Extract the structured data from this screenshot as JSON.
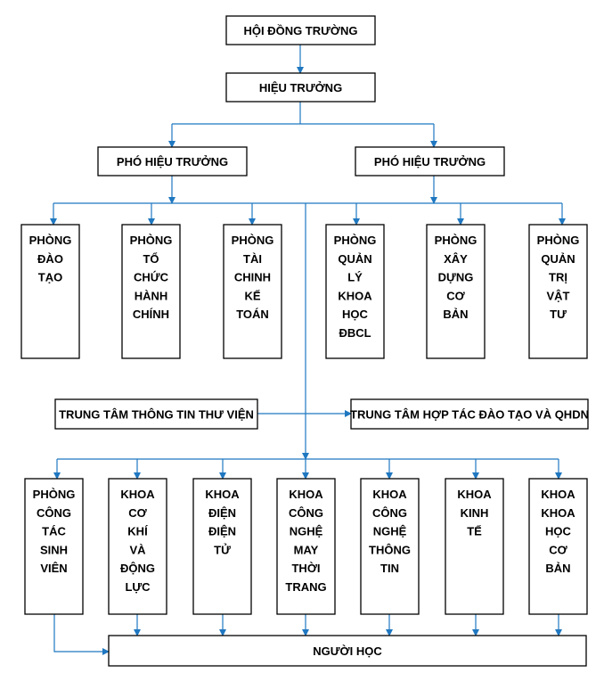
{
  "connector_color": "#1f77c0",
  "box_border_color": "#000000",
  "nodes": {
    "hoi_dong": {
      "lines": [
        "HỘI ĐỒNG TRƯỜNG"
      ]
    },
    "hieu_truong": {
      "lines": [
        "HIỆU TRƯỞNG"
      ]
    },
    "pho_hieu_truong_1": {
      "lines": [
        "PHÓ HIỆU TRƯỞNG"
      ]
    },
    "pho_hieu_truong_2": {
      "lines": [
        "PHÓ HIỆU TRƯỞNG"
      ]
    },
    "phong_dao_tao": {
      "lines": [
        "PHÒNG",
        "ĐÀO",
        "TẠO"
      ]
    },
    "phong_to_chuc": {
      "lines": [
        "PHÒNG",
        "TỔ",
        "CHỨC",
        "HÀNH",
        "CHÍNH"
      ]
    },
    "phong_tai_chinh": {
      "lines": [
        "PHÒNG",
        "TÀI",
        "CHINH",
        "KẾ",
        "TOÁN"
      ]
    },
    "phong_quan_ly_khoa_hoc": {
      "lines": [
        "PHÒNG",
        "QUẢN",
        "LÝ",
        "KHOA",
        "HỌC",
        "ĐBCL"
      ]
    },
    "phong_xay_dung": {
      "lines": [
        "PHÒNG",
        "XÂY",
        "DỰNG",
        "CƠ",
        "BẢN"
      ]
    },
    "phong_quan_tri": {
      "lines": [
        "PHÒNG",
        "QUẢN",
        "TRỊ",
        "VẬT",
        "TƯ"
      ]
    },
    "trung_tam_thong_tin": {
      "lines": [
        "TRUNG TÂM THÔNG TIN THƯ VIỆN"
      ]
    },
    "trung_tam_hop_tac": {
      "lines": [
        "TRUNG TÂM HỢP TÁC ĐÀO TẠO VÀ QHDN"
      ]
    },
    "phong_cong_tac": {
      "lines": [
        "PHÒNG",
        "CÔNG",
        "TÁC",
        "SINH",
        "VIÊN"
      ]
    },
    "khoa_co_khi": {
      "lines": [
        "KHOA",
        "CƠ",
        "KHÍ",
        "VÀ",
        "ĐỘNG",
        "LỰC"
      ]
    },
    "khoa_dien": {
      "lines": [
        "KHOA",
        "ĐIỆN",
        "ĐIỆN",
        "TỬ"
      ]
    },
    "khoa_may": {
      "lines": [
        "KHOA",
        "CÔNG",
        "NGHỆ",
        "MAY",
        "THỜI",
        "TRANG"
      ]
    },
    "khoa_cntt": {
      "lines": [
        "KHOA",
        "CÔNG",
        "NGHỆ",
        "THÔNG",
        "TIN"
      ]
    },
    "khoa_kinh_te": {
      "lines": [
        "KHOA",
        "KINH",
        "TẾ"
      ]
    },
    "khoa_khoa_hoc": {
      "lines": [
        "KHOA",
        "KHOA",
        "HỌC",
        "CƠ",
        "BẢN"
      ]
    },
    "nguoi_hoc": {
      "lines": [
        "NGƯỜI HỌC"
      ]
    }
  }
}
